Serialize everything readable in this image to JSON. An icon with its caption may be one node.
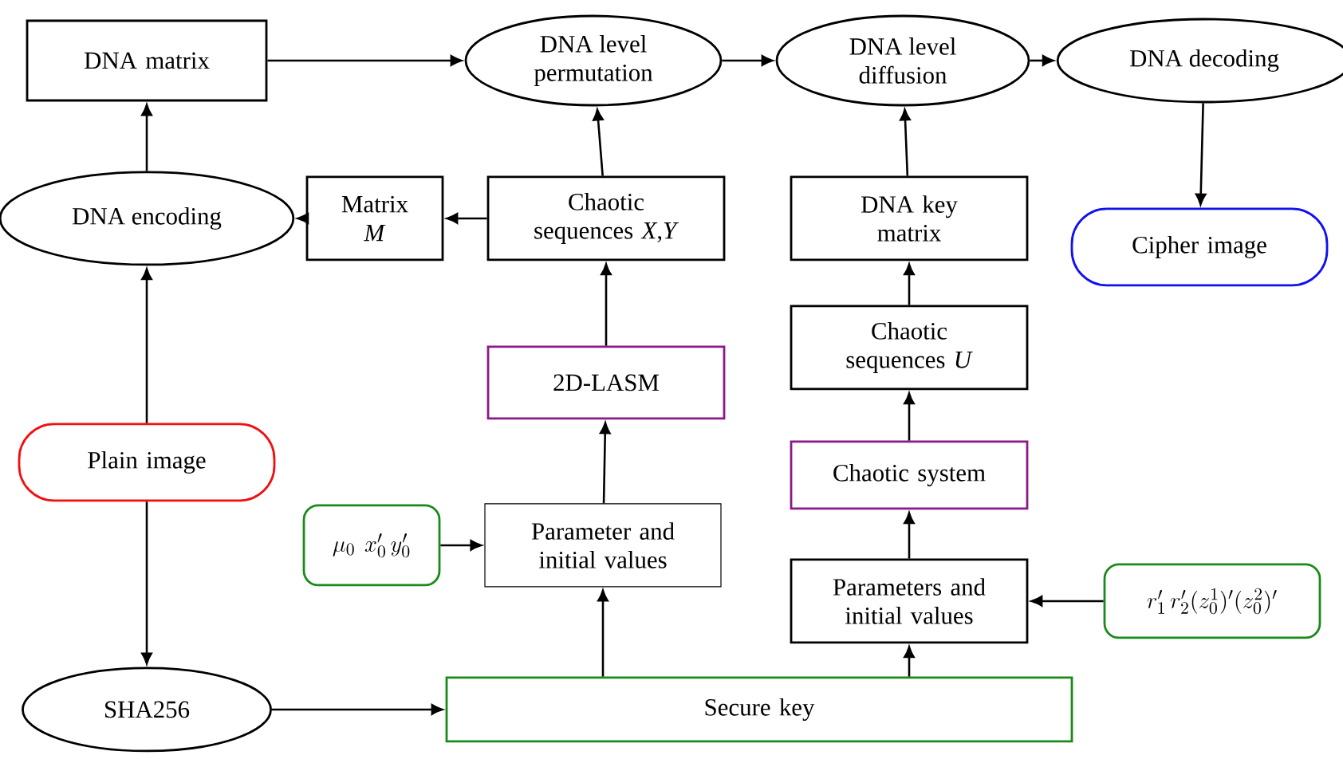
{
  "diagram": {
    "nodes": [
      {
        "text": [
          "DNA matrix"
        ]
      },
      {
        "text": [
          "DNA level permutation"
        ]
      },
      {
        "text": [
          "DNA level diffusion"
        ]
      },
      {
        "text": [
          "DNA decoding"
        ]
      },
      {
        "text": [
          "DNA encoding"
        ]
      },
      {
        "text": [
          "Matrix *M*"
        ]
      },
      {
        "text": [
          "Chaotic sequences *X*,*Y*"
        ]
      },
      {
        "text": [
          "DNA key matrix"
        ]
      },
      {
        "text": [
          "Cipher image"
        ]
      },
      {
        "text": [
          "Chaotic sequences *U*"
        ]
      },
      {
        "text": [
          "2D-LASM"
        ]
      },
      {
        "text": [
          "Plain image"
        ]
      },
      {
        "text": [
          "Chaotic system"
        ]
      },
      {
        "text": [
          "\\mu_0\\;x'_0\\,y'_0"
        ]
      },
      {
        "text": [
          "Parameter and initial values"
        ]
      },
      {
        "text": [
          "Parameters and initial values"
        ]
      },
      {
        "text": [
          "r'_1\\,r'_2(z^1_0)'(z^2_0)'"
        ]
      },
      {
        "text": [
          "SHA256"
        ]
      },
      {
        "text": [
          "Secure key"
        ]
      }
    ],
    "edges": [
      {
        "from": 0,
        "to": 1,
        "arrow": "to"
      },
      {
        "from": 1,
        "to": 2,
        "arrow": "to"
      },
      {
        "from": 2,
        "to": 3,
        "arrow": "to"
      },
      {
        "from": 3,
        "to": 8,
        "arrow": "to"
      },
      {
        "from": 4,
        "to": 0,
        "arrow": "to"
      },
      {
        "from": 5,
        "to": 4,
        "arrow": "to"
      },
      {
        "from": 6,
        "to": 5,
        "arrow": "to"
      },
      {
        "from": 6,
        "to": 1,
        "arrow": "to"
      },
      {
        "from": 7,
        "to": 2,
        "arrow": "to"
      },
      {
        "from": 9,
        "to": 7,
        "arrow": "to"
      },
      {
        "from": 10,
        "to": 6,
        "arrow": "to"
      },
      {
        "from": 12,
        "to": 9,
        "arrow": "to"
      },
      {
        "from": 14,
        "to": 10,
        "arrow": "to"
      },
      {
        "from": 13,
        "to": 14,
        "arrow": "to"
      },
      {
        "from": 15,
        "to": 12,
        "arrow": "to"
      },
      {
        "from": 16,
        "to": 15,
        "arrow": "to"
      },
      {
        "from": 18,
        "to": 14,
        "arrow": "to"
      },
      {
        "from": 18,
        "to": 15,
        "arrow": "to"
      },
      {
        "from": 17,
        "to": 18,
        "arrow": "to"
      },
      {
        "from": 11,
        "to": 4,
        "arrow": "to"
      },
      {
        "from": 11,
        "to": 17,
        "arrow": "to"
      }
    ]
  }
}
